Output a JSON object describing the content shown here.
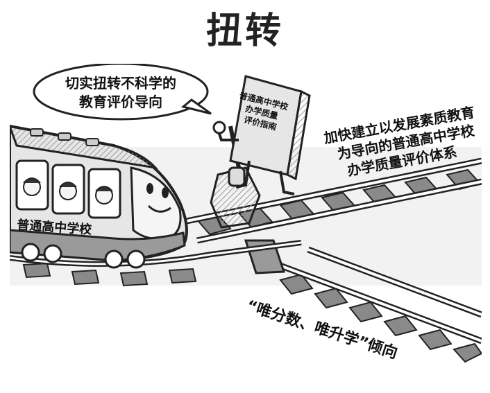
{
  "title": "扭转",
  "speech_bubble": {
    "line1": "切实扭转不科学的",
    "line2": "教育评价导向"
  },
  "book": {
    "line1": "普通高中学校",
    "line2": "办学质量",
    "line3": "评价指南"
  },
  "right_caption": {
    "line1": "加快建立以发展素质教育",
    "line2": "为导向的普通高中学校",
    "line3": "办学质量评价体系"
  },
  "train_label": "普通高中学校",
  "bottom_caption": "“唯分数、唯升学”倾向"
}
